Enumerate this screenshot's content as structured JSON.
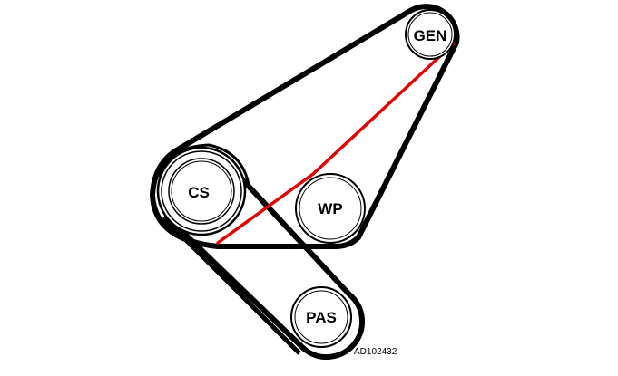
{
  "diagram": {
    "pulleys": {
      "gen": "GEN",
      "cs": "CS",
      "wp": "WP",
      "pas": "PAS"
    },
    "reference_code": "AD102432",
    "colors": {
      "belt": "#000000",
      "highlight_path": "#e00000",
      "background": "#ffffff"
    }
  }
}
